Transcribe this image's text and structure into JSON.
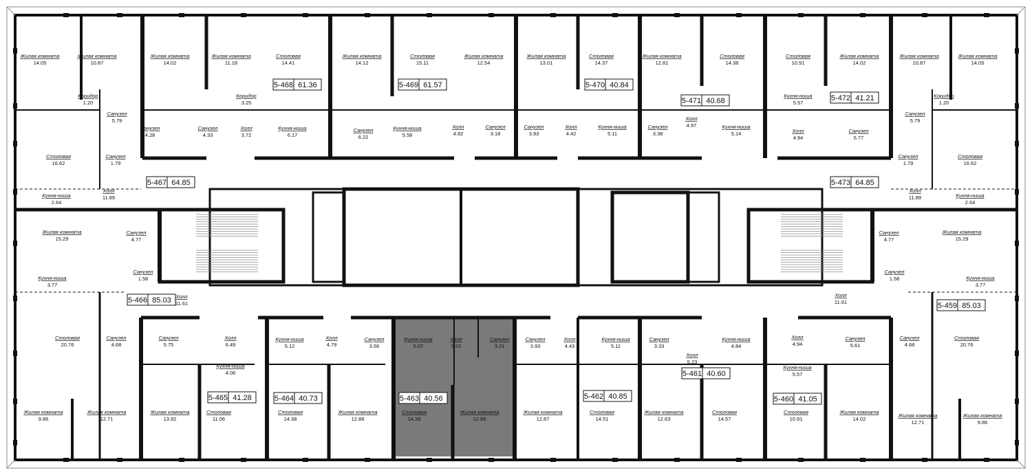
{
  "colors": {
    "wall": "#111111",
    "highlight": "#7a7a7a",
    "background": "#ffffff"
  },
  "apartments": [
    {
      "id": "5-468",
      "area": "61.36"
    },
    {
      "id": "5-469",
      "area": "61.57"
    },
    {
      "id": "5-470",
      "area": "40.84"
    },
    {
      "id": "5-471",
      "area": "40.68"
    },
    {
      "id": "5-472",
      "area": "41.21"
    },
    {
      "id": "5-467",
      "area": "64.85"
    },
    {
      "id": "5-473",
      "area": "64.85"
    },
    {
      "id": "5-466",
      "area": "85.03"
    },
    {
      "id": "5-459",
      "area": "85.03"
    },
    {
      "id": "5-465",
      "area": "41.28"
    },
    {
      "id": "5-464",
      "area": "40.73"
    },
    {
      "id": "5-463",
      "area": "40.56",
      "highlighted": true
    },
    {
      "id": "5-462",
      "area": "40.85"
    },
    {
      "id": "5-461",
      "area": "40.60"
    },
    {
      "id": "5-460",
      "area": "41.05"
    }
  ],
  "rooms": [
    {
      "name": "Жилая комната",
      "area": "14.05"
    },
    {
      "name": "Жилая комната",
      "area": "10.87"
    },
    {
      "name": "Жилая комната",
      "area": "14.02"
    },
    {
      "name": "Жилая комната",
      "area": "11.18"
    },
    {
      "name": "Столовая",
      "area": "14.41"
    },
    {
      "name": "Жилая комната",
      "area": "14.12"
    },
    {
      "name": "Столовая",
      "area": "15.11"
    },
    {
      "name": "Жилая комната",
      "area": "12.54"
    },
    {
      "name": "Жилая комната",
      "area": "13.01"
    },
    {
      "name": "Столовая",
      "area": "14.37"
    },
    {
      "name": "Жилая комната",
      "area": "12.81"
    },
    {
      "name": "Столовая",
      "area": "14.38"
    },
    {
      "name": "Столовая",
      "area": "10.91"
    },
    {
      "name": "Жилая комната",
      "area": "14.02"
    },
    {
      "name": "Жилая комната",
      "area": "10.87"
    },
    {
      "name": "Жилая комната",
      "area": "14.05"
    },
    {
      "name": "Коридор",
      "area": "1.20"
    },
    {
      "name": "Коридор",
      "area": "3.25"
    },
    {
      "name": "Кухня-ниша",
      "area": "5.57"
    },
    {
      "name": "Коридор",
      "area": "1.20"
    },
    {
      "name": "Санузел",
      "area": "5.79"
    },
    {
      "name": "Санузел",
      "area": "5.79"
    },
    {
      "name": "Санузел",
      "area": "4.28"
    },
    {
      "name": "Санузел",
      "area": "4.33"
    },
    {
      "name": "Холл",
      "area": "3.72"
    },
    {
      "name": "Кухня-ниша",
      "area": "6.17"
    },
    {
      "name": "Санузел",
      "area": "6.22"
    },
    {
      "name": "Кухня-ниша",
      "area": "5.58"
    },
    {
      "name": "Холл",
      "area": "4.82"
    },
    {
      "name": "Санузел",
      "area": "3.18"
    },
    {
      "name": "Санузел",
      "area": "3.93"
    },
    {
      "name": "Холл",
      "area": "4.42"
    },
    {
      "name": "Кухня-ниша",
      "area": "5.11"
    },
    {
      "name": "Санузел",
      "area": "3.38"
    },
    {
      "name": "Холл",
      "area": "4.97"
    },
    {
      "name": "Кухня-ниша",
      "area": "5.14"
    },
    {
      "name": "Холл",
      "area": "4.94"
    },
    {
      "name": "Санузел",
      "area": "5.77"
    },
    {
      "name": "Столовая",
      "area": "16.62"
    },
    {
      "name": "Санузел",
      "area": "1.79"
    },
    {
      "name": "Санузел",
      "area": "1.79"
    },
    {
      "name": "Столовая",
      "area": "16.62"
    },
    {
      "name": "Холл",
      "area": "11.89"
    },
    {
      "name": "Холл",
      "area": "11.89"
    },
    {
      "name": "Кухня-ниша",
      "area": "2.64"
    },
    {
      "name": "Кухня-ниша",
      "area": "2.64"
    },
    {
      "name": "Жилая комната",
      "area": "15.29"
    },
    {
      "name": "Санузел",
      "area": "4.77"
    },
    {
      "name": "Санузел",
      "area": "4.77"
    },
    {
      "name": "Жилая комната",
      "area": "15.29"
    },
    {
      "name": "Кухня-ниша",
      "area": "3.77"
    },
    {
      "name": "Санузел",
      "area": "1.58"
    },
    {
      "name": "Санузел",
      "area": "1.58"
    },
    {
      "name": "Кухня-ниша",
      "area": "3.77"
    },
    {
      "name": "Холл",
      "area": "11.61"
    },
    {
      "name": "Холл",
      "area": "11.61"
    },
    {
      "name": "Столовая",
      "area": "20.76"
    },
    {
      "name": "Санузел",
      "area": "4.68"
    },
    {
      "name": "Санузел",
      "area": "4.68"
    },
    {
      "name": "Столовая",
      "area": "20.76"
    },
    {
      "name": "Санузел",
      "area": "5.75"
    },
    {
      "name": "Холл",
      "area": "6.49"
    },
    {
      "name": "Кухня-ниша",
      "area": "4.06"
    },
    {
      "name": "Кухня-ниша",
      "area": "5.12"
    },
    {
      "name": "Холл",
      "area": "4.79"
    },
    {
      "name": "Санузел",
      "area": "3.56"
    },
    {
      "name": "Кухня-ниша",
      "area": "5.07"
    },
    {
      "name": "Холл",
      "area": "5.02"
    },
    {
      "name": "Санузел",
      "area": "3.21"
    },
    {
      "name": "Санузел",
      "area": "3.93"
    },
    {
      "name": "Холл",
      "area": "4.43"
    },
    {
      "name": "Кухня-ниша",
      "area": "5.11"
    },
    {
      "name": "Санузел",
      "area": "3.33"
    },
    {
      "name": "Кухня-ниша",
      "area": "4.84"
    },
    {
      "name": "Холл",
      "area": "5.23"
    },
    {
      "name": "Холл",
      "area": "4.94"
    },
    {
      "name": "Санузел",
      "area": "5.61"
    },
    {
      "name": "Кухня-ниша",
      "area": "5.57"
    },
    {
      "name": "Жилая комната",
      "area": "9.86"
    },
    {
      "name": "Жилая комната",
      "area": "12.71"
    },
    {
      "name": "Жилая комната",
      "area": "13.92"
    },
    {
      "name": "Столовая",
      "area": "11.06"
    },
    {
      "name": "Столовая",
      "area": "14.38"
    },
    {
      "name": "Жилая комната",
      "area": "12.88"
    },
    {
      "name": "Столовая",
      "area": "14.38"
    },
    {
      "name": "Жилая комната",
      "area": "12.88"
    },
    {
      "name": "Жилая комната",
      "area": "12.87"
    },
    {
      "name": "Столовая",
      "area": "14.51"
    },
    {
      "name": "Жилая комната",
      "area": "12.63"
    },
    {
      "name": "Столовая",
      "area": "14.57"
    },
    {
      "name": "Столовая",
      "area": "10.91"
    },
    {
      "name": "Жилая комната",
      "area": "14.02"
    },
    {
      "name": "Жилая комната",
      "area": "12.71"
    },
    {
      "name": "Жилая комната",
      "area": "9.86"
    }
  ]
}
